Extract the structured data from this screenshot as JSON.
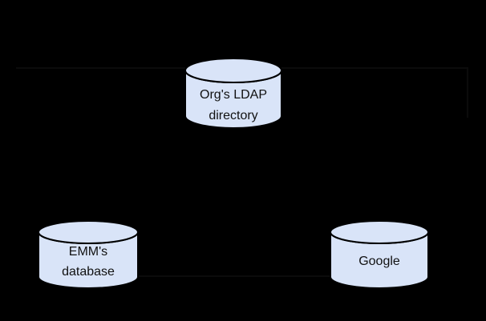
{
  "diagram": {
    "type": "architecture-diagram",
    "description_visible_nodes": 3,
    "colors": {
      "background": "#000000",
      "node_fill": "#d9e4f8",
      "node_stroke": "#000000",
      "text": "#111111",
      "connector_residue": "#0b0b0b"
    },
    "nodes": {
      "ldap": {
        "line1": "Org's LDAP",
        "line2": "directory",
        "shape": "database-cylinder"
      },
      "emm": {
        "line1": "EMM's",
        "line2": "database",
        "shape": "database-cylinder"
      },
      "google": {
        "line1": "Google",
        "shape": "database-cylinder"
      }
    }
  }
}
